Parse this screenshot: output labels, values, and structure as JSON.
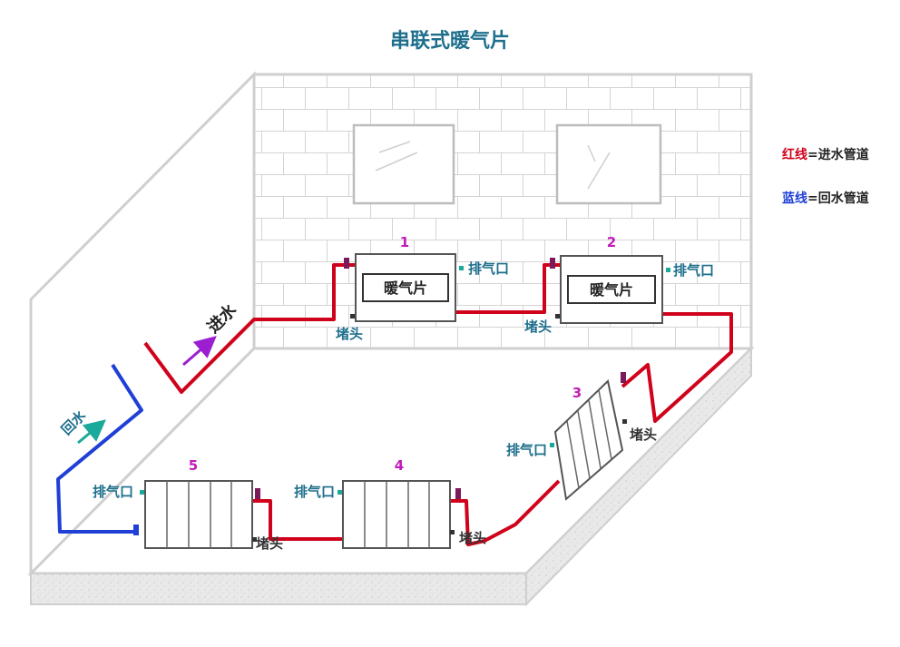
{
  "title": "串联式暖气片",
  "legend": {
    "red_key": "红线",
    "red_desc": "=进水管道",
    "blue_key": "蓝线",
    "blue_desc": "=回水管道"
  },
  "flow": {
    "inlet": "进水",
    "return": "回水"
  },
  "radiators": [
    {
      "number": "1",
      "box_label": "暖气片",
      "vent": "排气口",
      "plug": "堵头"
    },
    {
      "number": "2",
      "box_label": "暖气片",
      "vent": "排气口",
      "plug": "堵头"
    },
    {
      "number": "3",
      "vent": "排气口",
      "plug": "堵头"
    },
    {
      "number": "4",
      "vent": "排气口",
      "plug": "堵头"
    },
    {
      "number": "5",
      "vent": "排气口",
      "plug": "堵头"
    }
  ],
  "colors": {
    "title": "#1e6f8c",
    "supply_pipe": "#d0021b",
    "return_pipe": "#1f3fd6",
    "number": "#c21bb8",
    "label": "#1e6f8c",
    "legend_red": "#d0021b",
    "legend_blue": "#1f3fd6",
    "arrow_in": "#9b1fd1",
    "arrow_return": "#1aa99a",
    "vent_dot": "#1aa99a",
    "wall_line": "#cfcfcf"
  }
}
